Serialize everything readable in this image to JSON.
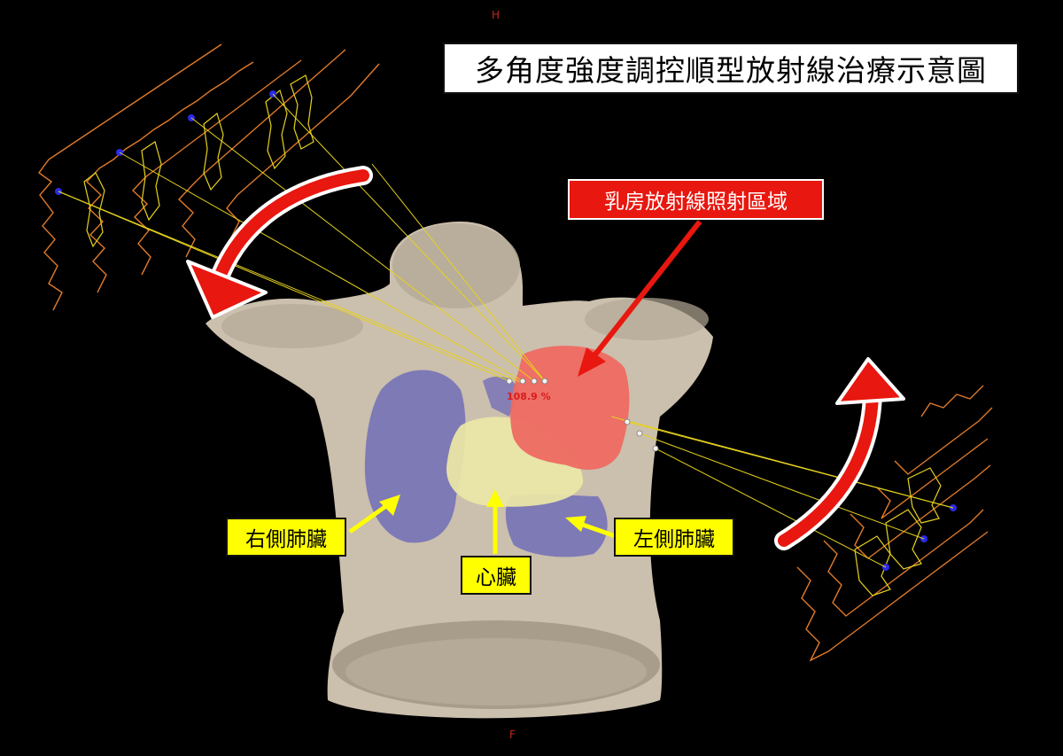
{
  "title": "多角度強度調控順型放射線治療示意圖",
  "labels": {
    "breast_area": "乳房放射線照射區域",
    "right_lung": "右側肺臟",
    "left_lung": "左側肺臟",
    "heart": "心臟"
  },
  "dose_readout": "108.9 %",
  "orientation": {
    "head": "H",
    "foot": "F"
  },
  "colors": {
    "background": "#000000",
    "callout_yellow": "#ffff00",
    "callout_red": "#e8170f",
    "body": "#cbbfad",
    "lung": "#6d6ab8",
    "heart": "#ece7a6",
    "breast_target": "#ee6a62",
    "rotation_arrow": "#e8170f",
    "beam_line": "#e6d21e",
    "field_outline": "#e07a2a"
  }
}
